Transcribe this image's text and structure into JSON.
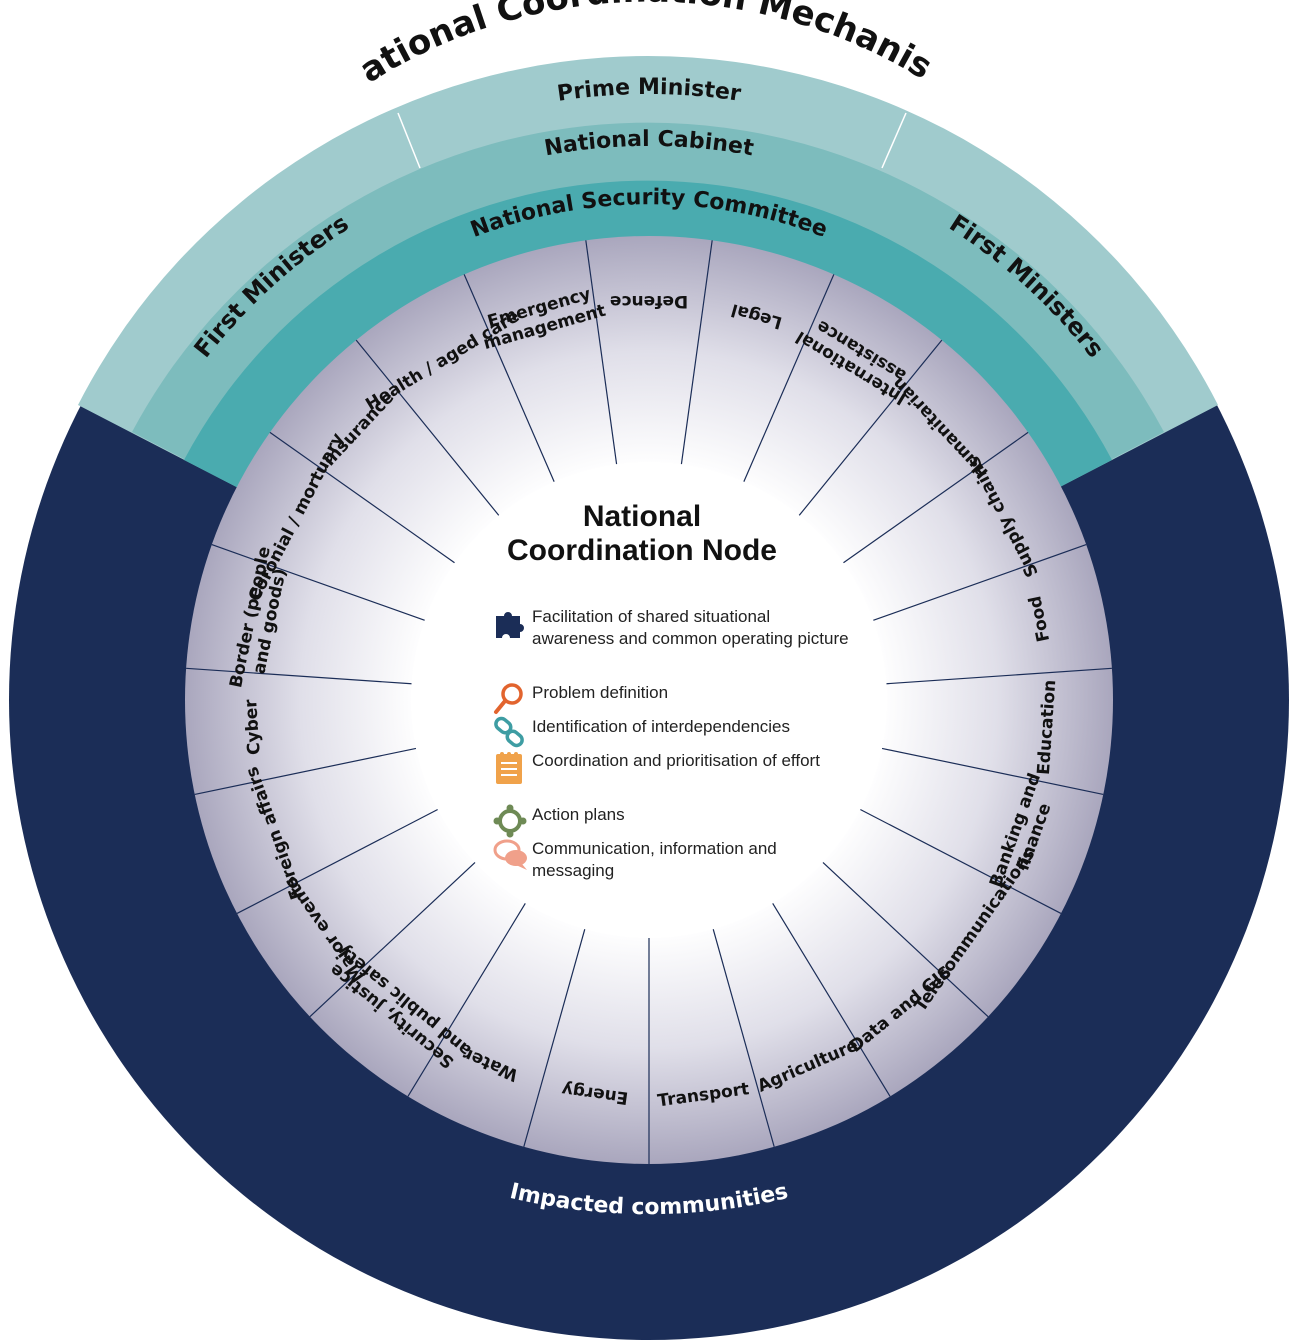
{
  "title": "National Coordination Mechanism",
  "rings": {
    "prime_minister": "Prime Minister",
    "national_cabinet": "National Cabinet",
    "national_security_committee": "National Security Committee",
    "first_ministers_left": "First Ministers",
    "first_ministers_right": "First Ministers",
    "impacted_communities": "Impacted communities"
  },
  "sectors": [
    {
      "lines": [
        "Defence"
      ]
    },
    {
      "lines": [
        "Legal"
      ]
    },
    {
      "lines": [
        "International",
        "assistance"
      ]
    },
    {
      "lines": [
        "Humanitarian"
      ]
    },
    {
      "lines": [
        "Supply chains"
      ]
    },
    {
      "lines": [
        "Food"
      ]
    },
    {
      "lines": [
        "Education"
      ]
    },
    {
      "lines": [
        "Banking and",
        "finance"
      ]
    },
    {
      "lines": [
        "Telecommunications"
      ]
    },
    {
      "lines": [
        "Data and GIS"
      ]
    },
    {
      "lines": [
        "Agriculture"
      ]
    },
    {
      "lines": [
        "Transport"
      ]
    },
    {
      "lines": [
        "Energy"
      ]
    },
    {
      "lines": [
        "Water"
      ]
    },
    {
      "lines": [
        "Security, justice",
        "and public safety"
      ]
    },
    {
      "lines": [
        "Major events"
      ]
    },
    {
      "lines": [
        "Foreign affairs"
      ]
    },
    {
      "lines": [
        "Cyber"
      ]
    },
    {
      "lines": [
        "Border (people",
        "and goods)"
      ]
    },
    {
      "lines": [
        "Coronial / mortuary"
      ]
    },
    {
      "lines": [
        "Insurance"
      ]
    },
    {
      "lines": [
        "Health / aged care"
      ]
    },
    {
      "lines": [
        "Emergency",
        "management"
      ]
    }
  ],
  "node": {
    "title_line1": "National",
    "title_line2": "Coordination Node",
    "items": [
      {
        "icon": "puzzle-icon",
        "color": "#1b2d57",
        "text": "Facilitation of shared situational awareness and common operating picture"
      },
      {
        "icon": "magnifier-icon",
        "color": "#e2642e",
        "text": "Problem definition"
      },
      {
        "icon": "chain-link-icon",
        "color": "#3e9da3",
        "text": "Identification of interdependencies"
      },
      {
        "icon": "notepad-icon",
        "color": "#f0a24a",
        "text": "Coordination and prioritisation of effort"
      },
      {
        "icon": "crosshair-icon",
        "color": "#6e8a55",
        "text": "Action plans"
      },
      {
        "icon": "speech-bubbles-icon",
        "color": "#f0a08a",
        "text": "Communication, information and messaging"
      }
    ]
  },
  "colors": {
    "navy": "#1b2d57",
    "first_ministers_ring": "#a0cbcd",
    "cabinet_ring": "#7dbcbd",
    "nsc_ring": "#4aabaf",
    "sector_edge": "#a9a6bd",
    "center": "#ffffff"
  }
}
